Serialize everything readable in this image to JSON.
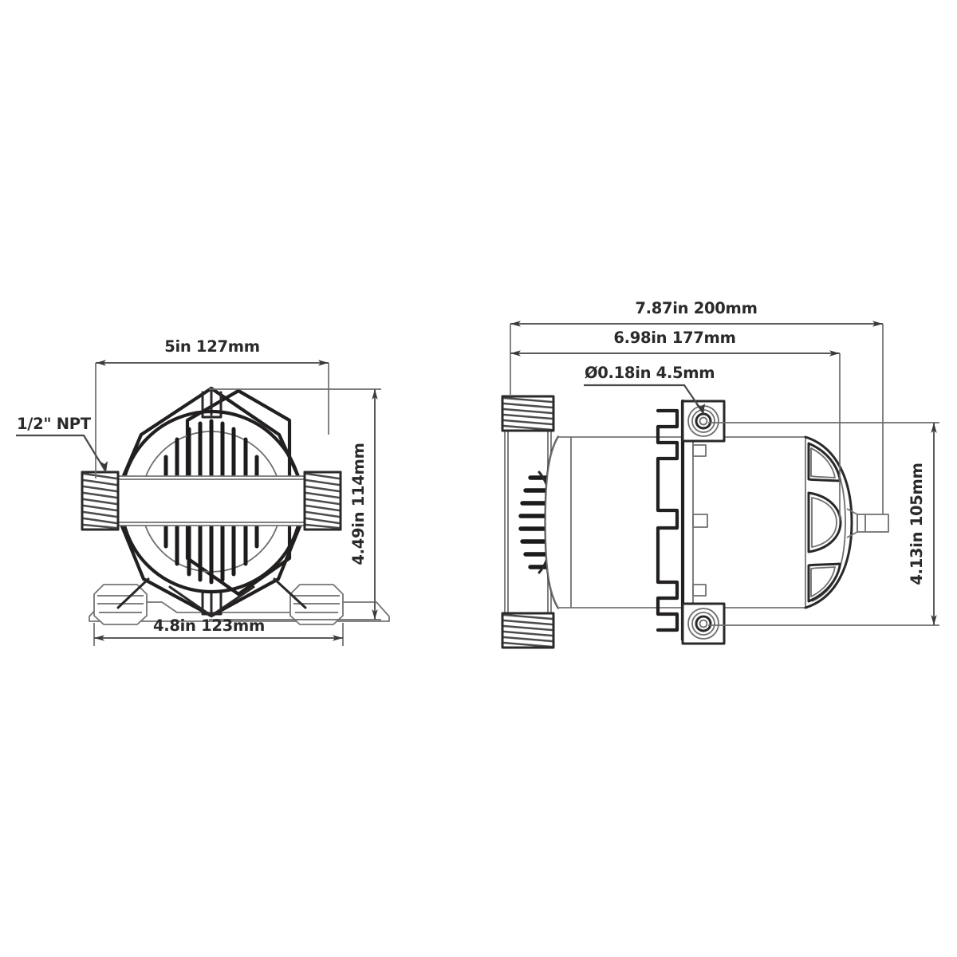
{
  "drawing": {
    "title": "Pump dimensional drawing",
    "background_color": "#ffffff",
    "line_color": "#221f1f",
    "dimension_line_color": "#5b5b5b",
    "text_color": "#2a2a2a"
  },
  "views": {
    "front": {
      "name": "front-view",
      "dimensions": {
        "width_top": "5in 127mm",
        "height_right": "4.49in 114mm",
        "width_bottom": "4.8in 123mm"
      },
      "callouts": {
        "port_thread": "1/2\" NPT"
      }
    },
    "side": {
      "name": "side-view",
      "dimensions": {
        "overall_length": "7.87in 200mm",
        "body_length": "6.98in 177mm",
        "height_right": "4.13in 105mm"
      },
      "callouts": {
        "mounting_hole": "Ø0.18in 4.5mm"
      }
    }
  },
  "icons": {
    "arrow": "dimension-arrow-icon",
    "leader": "leader-line-icon"
  }
}
